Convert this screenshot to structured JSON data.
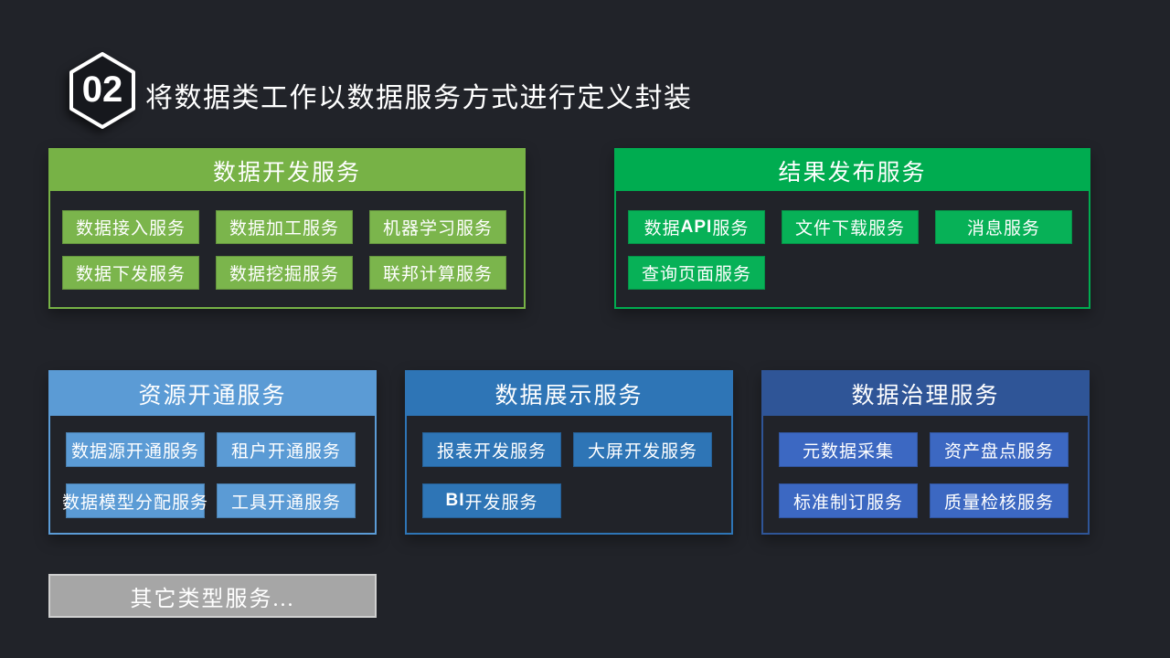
{
  "slide": {
    "badge_number": "02",
    "title": "将数据类工作以数据服务方式进行定义封装"
  },
  "colors": {
    "background": "#212329",
    "green_olive": "#77B246",
    "green_bright": "#00AC50",
    "blue_light": "#5B9BD5",
    "blue_medium": "#2E75B6",
    "blue_dark_header": "#2F5597",
    "blue_royal_item": "#3C68C2",
    "gray_banner": "#A6A6A6",
    "text": "#FFFFFF"
  },
  "groups": [
    {
      "id": "data-development",
      "title": "数据开发服务",
      "items": [
        {
          "label": "数据接入服务"
        },
        {
          "label": "数据加工服务"
        },
        {
          "label": "机器学习服务"
        },
        {
          "label": "数据下发服务"
        },
        {
          "label": "数据挖掘服务"
        },
        {
          "label": "联邦计算服务"
        }
      ]
    },
    {
      "id": "result-publishing",
      "title": "结果发布服务",
      "items": [
        {
          "label": "数据API服务",
          "label_pre": "数据",
          "label_strong": "API",
          "label_post": "服务"
        },
        {
          "label": "文件下载服务"
        },
        {
          "label": "消息服务"
        },
        {
          "label": "查询页面服务"
        }
      ]
    },
    {
      "id": "resource-provisioning",
      "title": "资源开通服务",
      "items": [
        {
          "label": "数据源开通服务"
        },
        {
          "label": "租户开通服务"
        },
        {
          "label": "数据模型分配服务"
        },
        {
          "label": "工具开通服务"
        }
      ]
    },
    {
      "id": "data-display",
      "title": "数据展示服务",
      "items": [
        {
          "label": "报表开发服务"
        },
        {
          "label": "大屏开发服务"
        },
        {
          "label": "BI开发服务",
          "label_pre": "",
          "label_strong": "BI",
          "label_post": "开发服务"
        }
      ]
    },
    {
      "id": "data-governance",
      "title": "数据治理服务",
      "items": [
        {
          "label": "元数据采集"
        },
        {
          "label": "资产盘点服务"
        },
        {
          "label": "标准制订服务"
        },
        {
          "label": "质量检核服务"
        }
      ]
    },
    {
      "id": "other",
      "title": "其它类型服务..."
    }
  ]
}
